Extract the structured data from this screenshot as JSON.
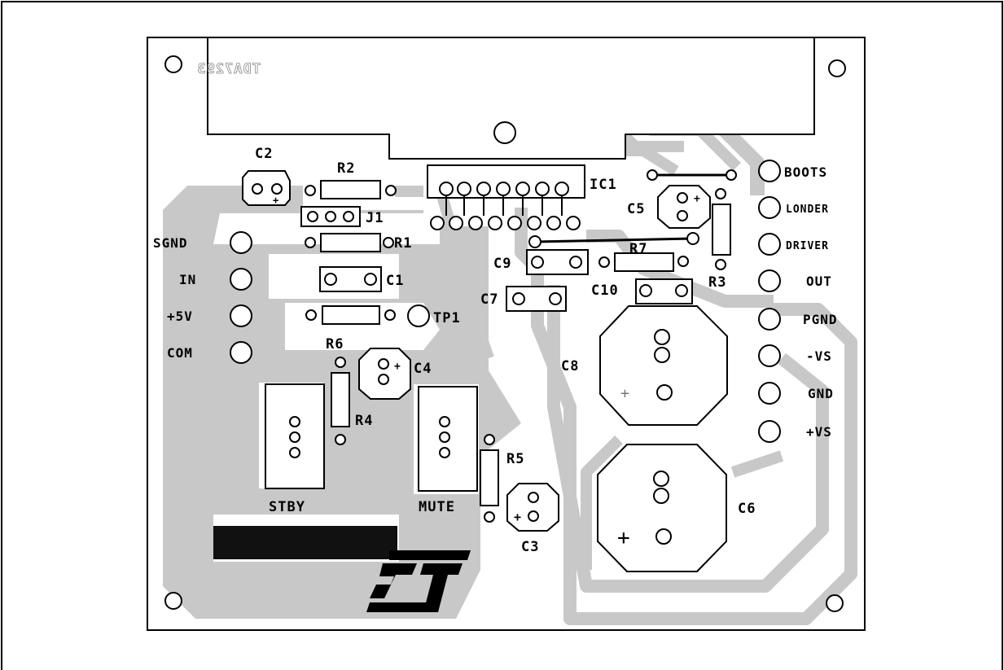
{
  "ic_marking": "TDA7293",
  "labels": {
    "C2": "C2",
    "R2": "R2",
    "IC1": "IC1",
    "C5": "C5",
    "J1": "J1",
    "R1": "R1",
    "R7": "R7",
    "R3": "R3",
    "C9": "C9",
    "C1": "C1",
    "C7": "C7",
    "C10": "C10",
    "TP1": "TP1",
    "R6": "R6",
    "C4": "C4",
    "C8": "C8",
    "R4": "R4",
    "R5": "R5",
    "C6": "C6",
    "C3": "C3",
    "STBY": "STBY",
    "MUTE": "MUTE"
  },
  "left_connectors": [
    "SGND",
    "IN",
    "+5V",
    "COM"
  ],
  "right_connectors": [
    "BOOTS",
    "LONDER",
    "DRIVER",
    "OUT",
    "PGND",
    "-VS",
    "GND",
    "+VS"
  ],
  "polarity_marks": {
    "plus": "+"
  },
  "logo": "ST",
  "colors": {
    "copper": "#c8c8c8",
    "ink": "#000000",
    "paper": "#ffffff"
  }
}
